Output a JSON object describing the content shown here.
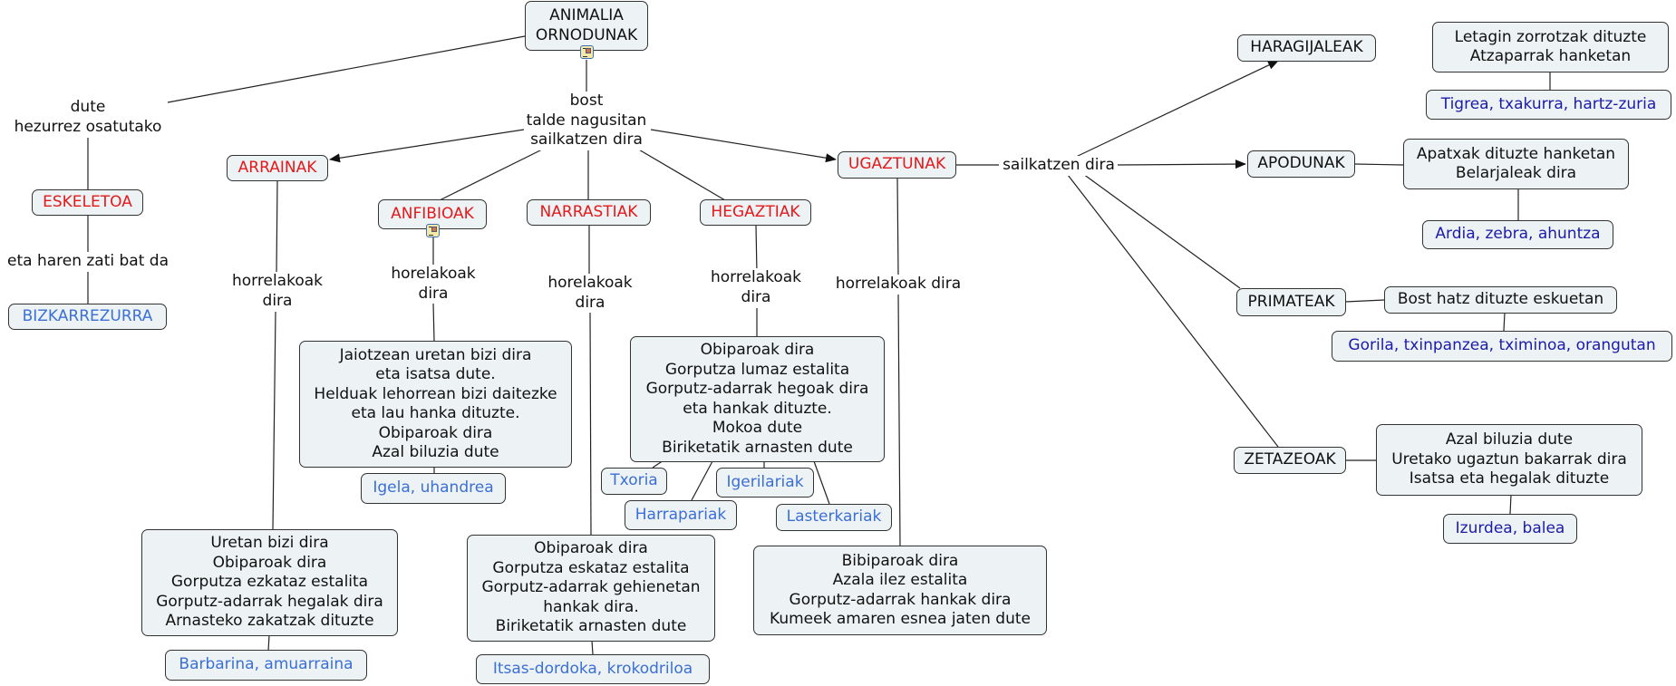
{
  "root": {
    "label": "ANIMALIA\nORNODUNAK"
  },
  "skeleton_link": {
    "label": "dute\nhezurrez osatutako"
  },
  "skeleton": {
    "label": "ESKELETOA"
  },
  "spine_link": {
    "label": "eta haren zati bat da"
  },
  "spine": {
    "label": "BIZKARREZURRA"
  },
  "groups_link": {
    "label": "bost\ntalde nagusitan\nsailkatzen dira"
  },
  "groups": {
    "fish": {
      "label": "ARRAINAK",
      "link": "horrelakoak\ndira",
      "description": "Uretan bizi dira\nObiparoak dira\nGorputza ezkataz estalita\nGorputz-adarrak hegalak dira\nArnasteko zakatzak dituzte",
      "examples": "Barbarina, amuarraina"
    },
    "amphibians": {
      "label": "ANFIBIOAK",
      "link": "horelakoak\ndira",
      "description": "Jaiotzean uretan bizi dira\neta isatsa dute.\nHelduak lehorrean bizi daitezke\neta lau hanka dituzte.\nObiparoak dira\nAzal biluzia dute",
      "examples": "Igela, uhandrea"
    },
    "reptiles": {
      "label": "NARRASTIAK",
      "link": "horelakoak\ndira",
      "description": "Obiparoak dira\nGorputza eskataz estalita\nGorputz-adarrak gehienetan\nhankak dira.\nBiriketatik arnasten dute",
      "examples": "Itsas-dordoka, krokodriloa"
    },
    "birds": {
      "label": "HEGAZTIAK",
      "link": "horrelakoak\ndira",
      "description": "Obiparoak dira\nGorputza lumaz estalita\nGorputz-adarrak hegoak dira\neta hankak dituzte.\nMokoa dute\nBiriketatik arnasten dute",
      "subtypes": [
        "Txoria",
        "Harrapariak",
        "Igerilariak",
        "Lasterkariak"
      ]
    },
    "mammals": {
      "label": "UGAZTUNAK",
      "link": "horrelakoak dira",
      "description": "Bibiparoak dira\nAzala ilez estalita\nGorputz-adarrak hankak dira\nKumeek amaren esnea jaten dute",
      "classify_link": "sailkatzen dira",
      "subgroups": {
        "carnivores": {
          "label": "HARAGIJALEAK",
          "description": "Letagin zorrotzak dituzte\nAtzaparrak hanketan",
          "examples": "Tigrea, txakurra, hartz-zuria"
        },
        "ungulates": {
          "label": "APODUNAK",
          "description": "Apatxak dituzte hanketan\nBelarjaleak dira",
          "examples": "Ardia, zebra, ahuntza"
        },
        "primates": {
          "label": "PRIMATEAK",
          "description": "Bost hatz dituzte eskuetan",
          "examples": "Gorila, txinpanzea, tximinoa, orangutan"
        },
        "cetaceans": {
          "label": "ZETAZEOAK",
          "description": "Azal biluzia dute\nUretako ugaztun bakarrak dira\nIsatsa eta hegalak dituzte",
          "examples": "Izurdea, balea"
        }
      }
    }
  },
  "colors": {
    "category_text": "#e3191c",
    "example_text": "#3b6fd6",
    "mammal_example_text": "#1b1bab",
    "node_fill": "#edf3f4",
    "line": "#222222"
  }
}
